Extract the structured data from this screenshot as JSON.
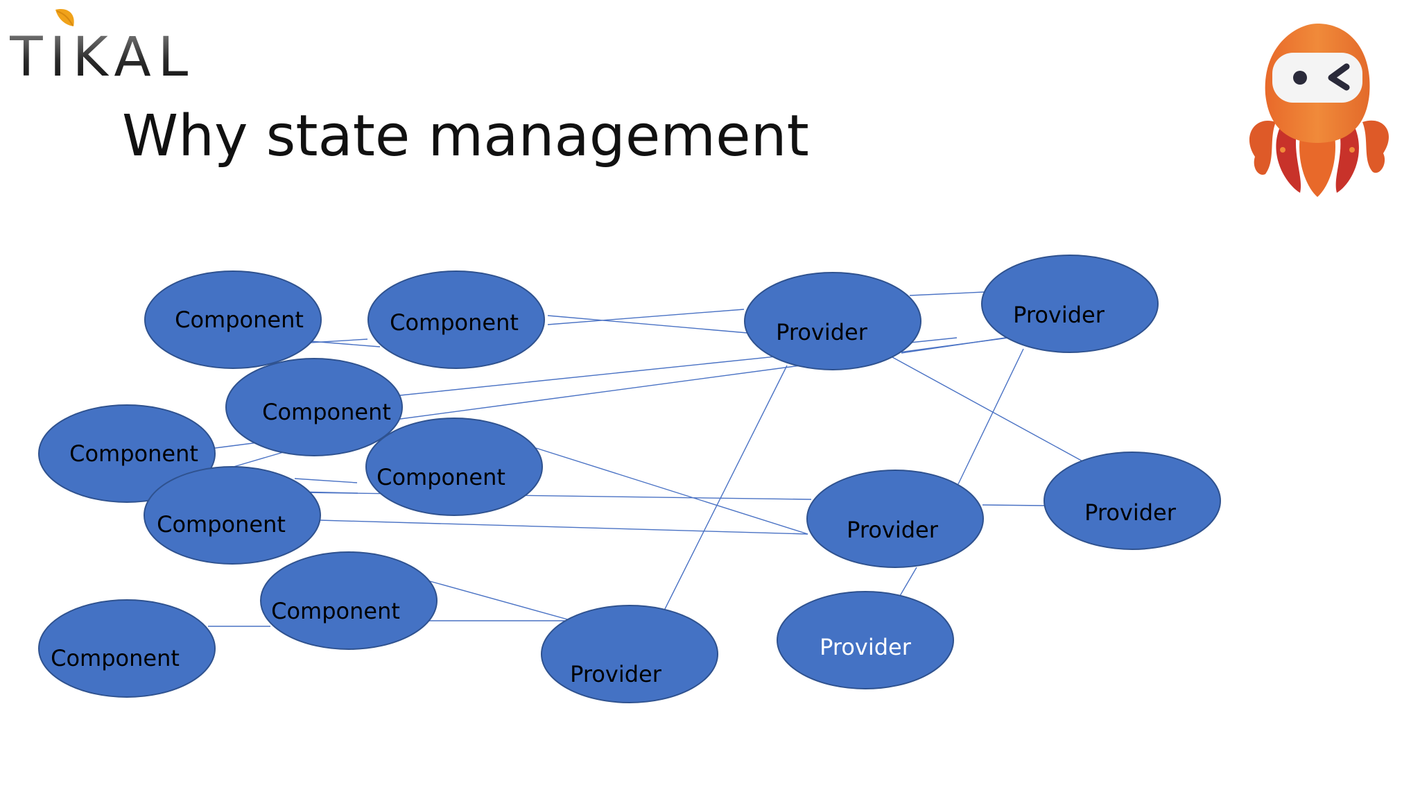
{
  "logo": {
    "text": "TIKAL"
  },
  "title": "Why state management",
  "colors": {
    "node_fill": "#4472c4",
    "node_stroke": "#2f528f",
    "edge": "#4a72c4",
    "text_component": "#000000",
    "text_provider_dark": "#000000",
    "text_provider_light": "#ffffff"
  },
  "mascot": {
    "icon": "octopus-mascot"
  },
  "diagram": {
    "nodes": [
      {
        "id": "c1",
        "label": "Component"
      },
      {
        "id": "c2",
        "label": "Component"
      },
      {
        "id": "c3",
        "label": "Component"
      },
      {
        "id": "c4",
        "label": "Component"
      },
      {
        "id": "c5",
        "label": "Component"
      },
      {
        "id": "c6",
        "label": "Component"
      },
      {
        "id": "c7",
        "label": "Component"
      },
      {
        "id": "c8",
        "label": "Component"
      },
      {
        "id": "p1",
        "label": "Provider"
      },
      {
        "id": "p2",
        "label": "Provider"
      },
      {
        "id": "p3",
        "label": "Provider"
      },
      {
        "id": "p4",
        "label": "Provider"
      },
      {
        "id": "p5",
        "label": "Provider"
      },
      {
        "id": "p6",
        "label": "Provider"
      }
    ],
    "edges": [
      [
        "c1",
        "c2"
      ],
      [
        "c2",
        "p1"
      ],
      [
        "c2",
        "p1"
      ],
      [
        "c3",
        "p2"
      ],
      [
        "c3",
        "p1"
      ],
      [
        "c4",
        "c3"
      ],
      [
        "c4",
        "c5"
      ],
      [
        "c4",
        "p4"
      ],
      [
        "c5",
        "c6"
      ],
      [
        "c5",
        "p4"
      ],
      [
        "c6",
        "p4"
      ],
      [
        "c7",
        "p5"
      ],
      [
        "c8",
        "c7"
      ],
      [
        "p1",
        "c5"
      ],
      [
        "p1",
        "p6"
      ],
      [
        "p1",
        "p2"
      ],
      [
        "p1",
        "p5"
      ],
      [
        "p2",
        "p4"
      ],
      [
        "p4",
        "p3"
      ],
      [
        "p4",
        "p6"
      ]
    ]
  }
}
